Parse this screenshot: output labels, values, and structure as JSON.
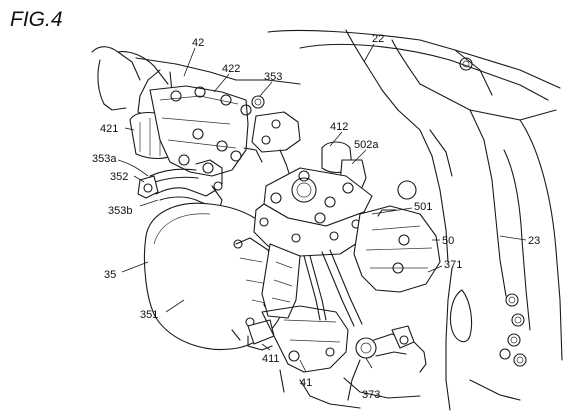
{
  "figure": {
    "title": "FIG.4",
    "labels": {
      "l42": "42",
      "l22": "22",
      "l422": "422",
      "l353": "353",
      "l421": "421",
      "l412": "412",
      "l502a": "502a",
      "l353a": "353a",
      "l352": "352",
      "l353b": "353b",
      "l501": "501",
      "l50": "50",
      "l23": "23",
      "l35": "35",
      "l371": "371",
      "l351": "351",
      "l411": "411",
      "l41": "41",
      "l373": "373"
    }
  }
}
